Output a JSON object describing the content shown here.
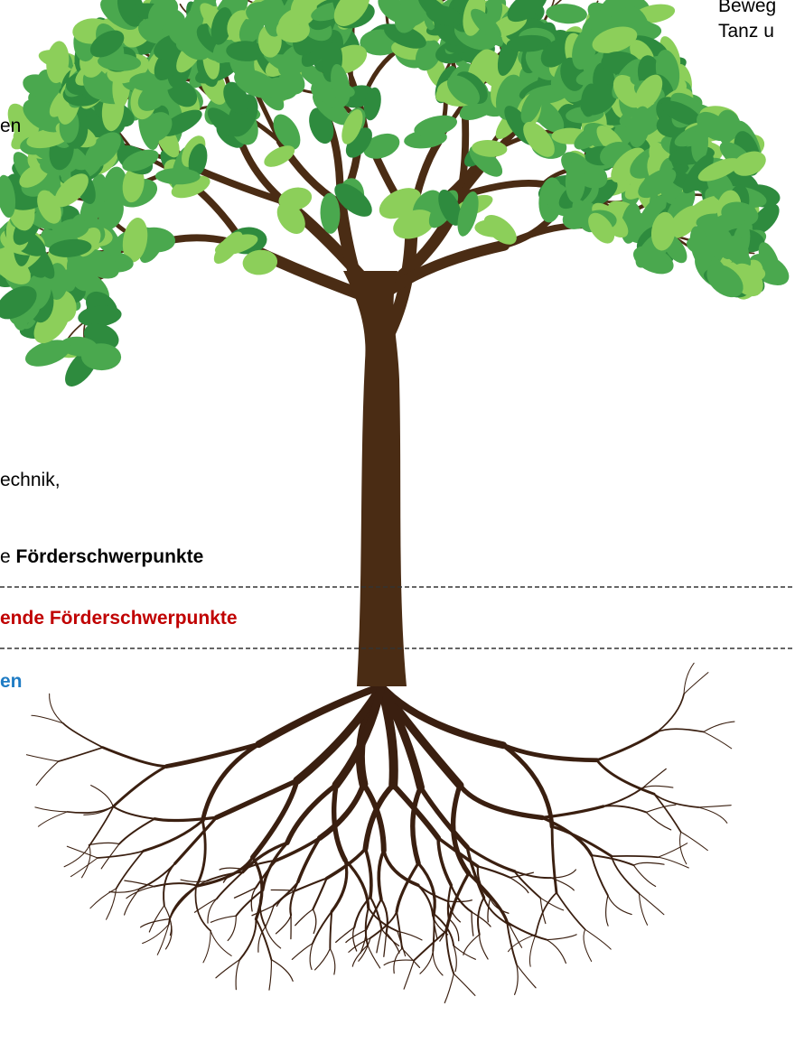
{
  "text_fragments": {
    "top_right_line1": "Beweg",
    "top_right_line2": "Tanz u",
    "left_line_en": "en",
    "left_line_technik": "echnik,"
  },
  "legend": {
    "row1_prefix": "e",
    "row1_label": "Förderschwerpunkte",
    "row2_label": "ende Förderschwerpunkte",
    "row3_label": "en"
  },
  "colors": {
    "background": "#ffffff",
    "text": "#000000",
    "red_label": "#c00000",
    "blue_label": "#1f7cc4",
    "divider": "#333333",
    "trunk": "#4a2c14",
    "root": "#3a1f10",
    "leaf_dark": "#2e8b3e",
    "leaf_mid": "#4aa84e",
    "leaf_light": "#8ccf5a"
  },
  "icons": {
    "tree": "tree-with-roots-illustration"
  }
}
